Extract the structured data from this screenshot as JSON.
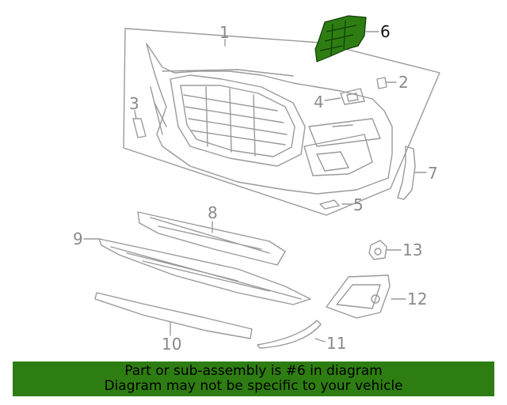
{
  "diagram": {
    "highlighted_part": "6",
    "callouts": [
      "1",
      "2",
      "3",
      "4",
      "5",
      "6",
      "7",
      "8",
      "9",
      "10",
      "11",
      "12",
      "13"
    ],
    "colors": {
      "outline": "#9a9a9a",
      "highlight": "#2e7d12",
      "label": "#8a8a8a",
      "highlight_label": "#111111"
    }
  },
  "banner": {
    "line1": "Part or sub-assembly is #6 in diagram",
    "line2": "Diagram may not be specific to your vehicle",
    "background": "#2e7d12"
  }
}
